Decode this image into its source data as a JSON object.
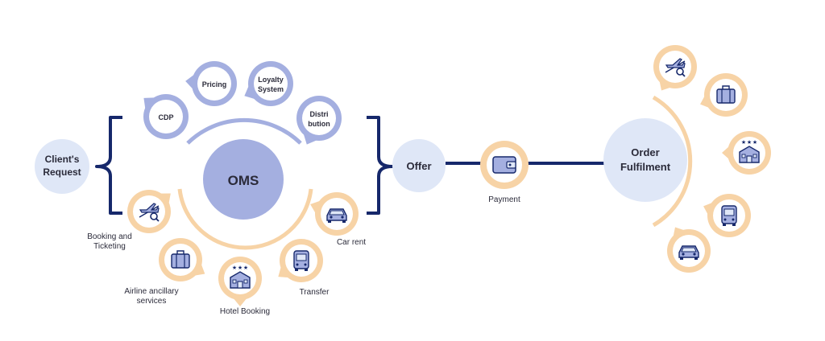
{
  "colors": {
    "accent_peach": "#f7d3a6",
    "accent_blue": "#a4afe0",
    "light_blue": "#dfe7f7",
    "navy": "#16286b",
    "text": "#2b2b3a"
  },
  "client_request": {
    "line1": "Client's",
    "line2": "Request"
  },
  "oms": {
    "label": "OMS"
  },
  "top_modules": [
    {
      "icon": "cdp",
      "lines": [
        "CDP"
      ]
    },
    {
      "icon": "pricing",
      "lines": [
        "Pricing"
      ]
    },
    {
      "icon": "loyalty",
      "lines": [
        "Loyalty",
        "System"
      ]
    },
    {
      "icon": "distribution",
      "lines": [
        "Distri",
        "bution"
      ]
    }
  ],
  "services": [
    {
      "icon": "airplane-icon",
      "label_lines": [
        "Booking and",
        "Ticketing"
      ]
    },
    {
      "icon": "luggage-icon",
      "label_lines": [
        "Airline ancillary",
        "services"
      ]
    },
    {
      "icon": "hotel-icon",
      "label_lines": [
        "Hotel Booking"
      ]
    },
    {
      "icon": "bus-icon",
      "label_lines": [
        "Transfer"
      ]
    },
    {
      "icon": "car-icon",
      "label_lines": [
        "Car rent"
      ]
    }
  ],
  "offer": {
    "label": "Offer"
  },
  "payment": {
    "label": "Payment",
    "icon": "wallet-icon"
  },
  "order_fulfilment": {
    "line1": "Order",
    "line2": "Fulfilment"
  },
  "fulfilment_icons": [
    "airplane-icon",
    "luggage-icon",
    "hotel-icon",
    "bus-icon",
    "car-icon"
  ]
}
